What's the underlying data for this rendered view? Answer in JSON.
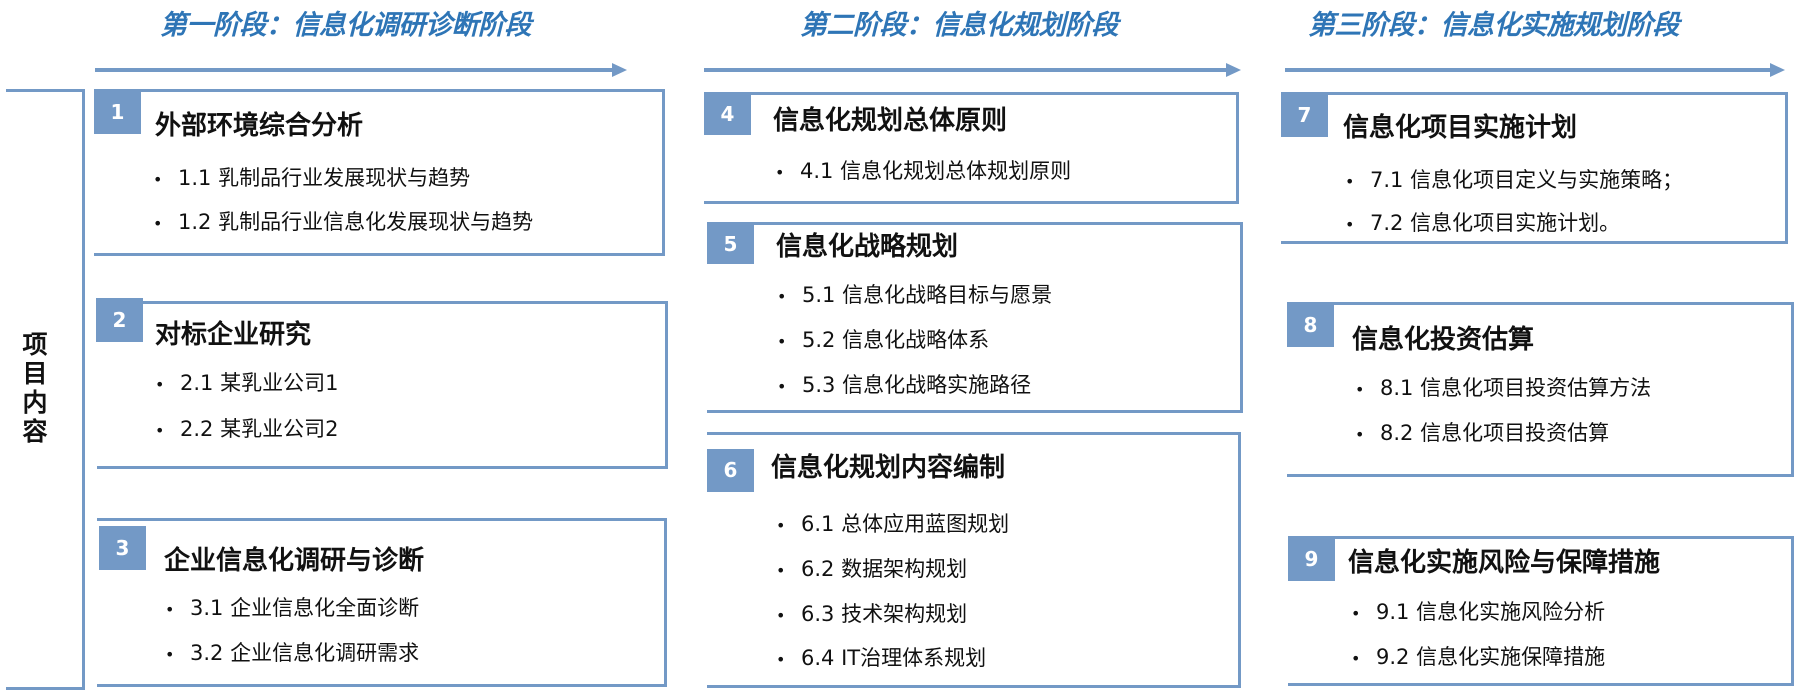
{
  "phases": [
    {
      "title": "第一阶段：信息化调研诊断阶段"
    },
    {
      "title": "第二阶段：信息化规划阶段"
    },
    {
      "title": "第三阶段：信息化实施规划阶段"
    }
  ],
  "side_label": {
    "chars": [
      "项",
      "目",
      "内",
      "容"
    ],
    "text": "项目内容"
  },
  "colors": {
    "accent": "#7399C6",
    "title": "#2E75B6",
    "text": "#111111"
  },
  "icons": {
    "bullet": "•",
    "arrow": "arrow-right-icon"
  },
  "boxes": [
    {
      "number": "1",
      "heading": "外部环境综合分析",
      "items": [
        "1.1 乳制品行业发展现状与趋势",
        "1.2 乳制品行业信息化发展现状与趋势"
      ]
    },
    {
      "number": "2",
      "heading": "对标企业研究",
      "items": [
        "2.1 某乳业公司1",
        "2.2 某乳业公司2"
      ]
    },
    {
      "number": "3",
      "heading": "企业信息化调研与诊断",
      "items": [
        "3.1 企业信息化全面诊断",
        "3.2 企业信息化调研需求"
      ]
    },
    {
      "number": "4",
      "heading": "信息化规划总体原则",
      "items": [
        "4.1 信息化规划总体规划原则"
      ]
    },
    {
      "number": "5",
      "heading": "信息化战略规划",
      "items": [
        "5.1 信息化战略目标与愿景",
        "5.2 信息化战略体系",
        "5.3 信息化战略实施路径"
      ]
    },
    {
      "number": "6",
      "heading": "信息化规划内容编制",
      "items": [
        "6.1 总体应用蓝图规划",
        "6.2 数据架构规划",
        "6.3 技术架构规划",
        "6.4 IT治理体系规划"
      ]
    },
    {
      "number": "7",
      "heading": "信息化项目实施计划",
      "items": [
        "7.1 信息化项目定义与实施策略；",
        "7.2 信息化项目实施计划。"
      ]
    },
    {
      "number": "8",
      "heading": "信息化投资估算",
      "items": [
        "8.1 信息化项目投资估算方法",
        "8.2 信息化项目投资估算"
      ]
    },
    {
      "number": "9",
      "heading": "信息化实施风险与保障措施",
      "items": [
        "9.1 信息化实施风险分析",
        "9.2 信息化实施保障措施"
      ]
    }
  ]
}
